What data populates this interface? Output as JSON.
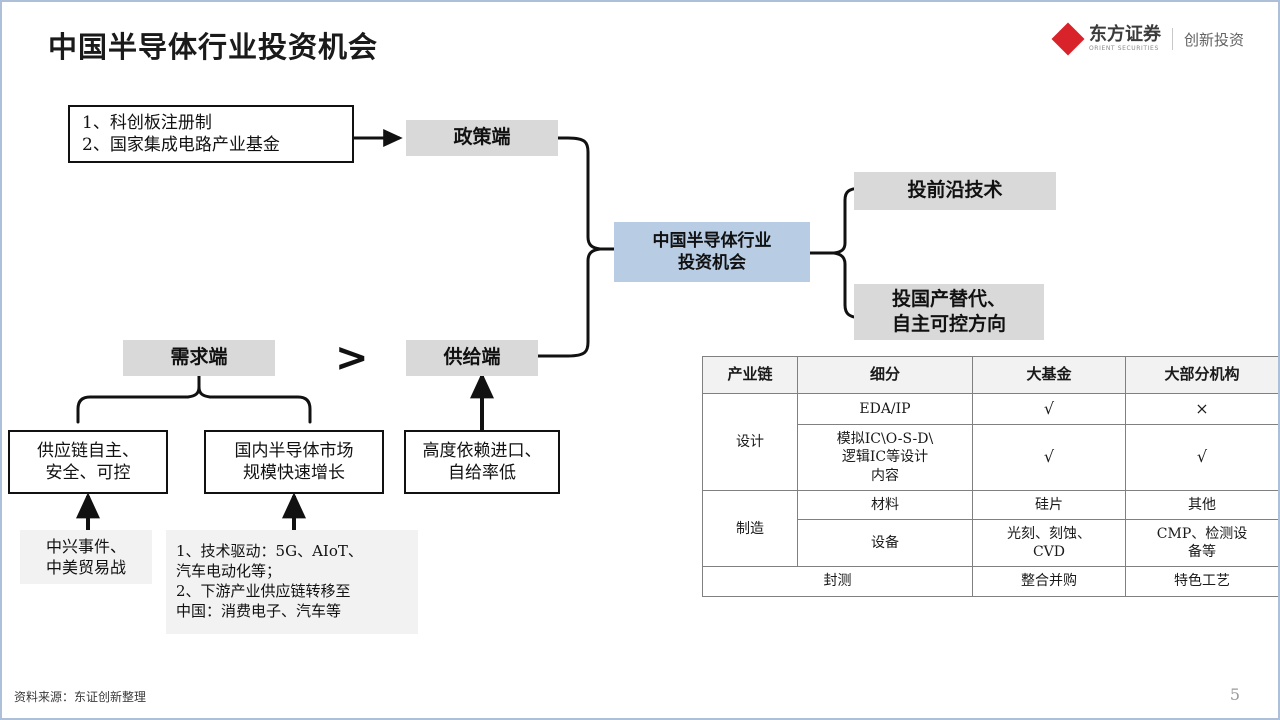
{
  "slide": {
    "title": "中国半导体行业投资机会",
    "page_number": "5",
    "source_note": "资料来源：东证创新整理",
    "accent_blue": "#b8cce4",
    "accent_gray": "#d9d9d9",
    "brand_red": "#d9232a",
    "border_blue": "#aebfd9"
  },
  "brand": {
    "name_cn": "东方证券",
    "name_en": "ORIENT SECURITIES",
    "sub_label": "创新投资"
  },
  "flow": {
    "policy_inputs": "1、科创板注册制\n2、国家集成电路产业基金",
    "policy_end": "政策端",
    "center": "中国半导体行业\n投资机会",
    "branch_frontier": "投前沿技术",
    "branch_domestic": "投国产替代、\n自主可控方向",
    "demand_end": "需求端",
    "supply_end": "供给端",
    "comparator": ">",
    "demand_driver_1": "供应链自主、\n安全、可控",
    "demand_driver_2": "国内半导体市场\n规模快速增长",
    "supply_driver_1": "高度依赖进口、\n自给率低",
    "demand_note_1": "中兴事件、\n中美贸易战",
    "demand_note_2": "1、技术驱动：5G、AIoT、\n汽车电动化等；\n2、下游产业供应链转移至\n中国：消费电子、汽车等"
  },
  "matrix": {
    "headers": [
      "产业链",
      "细分",
      "大基金",
      "大部分机构"
    ],
    "rows": [
      {
        "chain": "设计",
        "chain_rowspan": 2,
        "segment": "EDA/IP",
        "big_fund": "√",
        "most_institutions": "×"
      },
      {
        "segment": "模拟IC\\O-S-D\\\n逻辑IC等设计\n内容",
        "big_fund": "√",
        "most_institutions": "√"
      },
      {
        "chain": "制造",
        "chain_rowspan": 2,
        "segment": "材料",
        "big_fund": "硅片",
        "most_institutions": "其他"
      },
      {
        "segment": "设备",
        "big_fund": "光刻、刻蚀、\nCVD",
        "most_institutions": "CMP、检测设\n备等"
      },
      {
        "chain": "封测",
        "chain_colspan": 2,
        "big_fund": "整合并购",
        "most_institutions": "特色工艺"
      }
    ]
  }
}
